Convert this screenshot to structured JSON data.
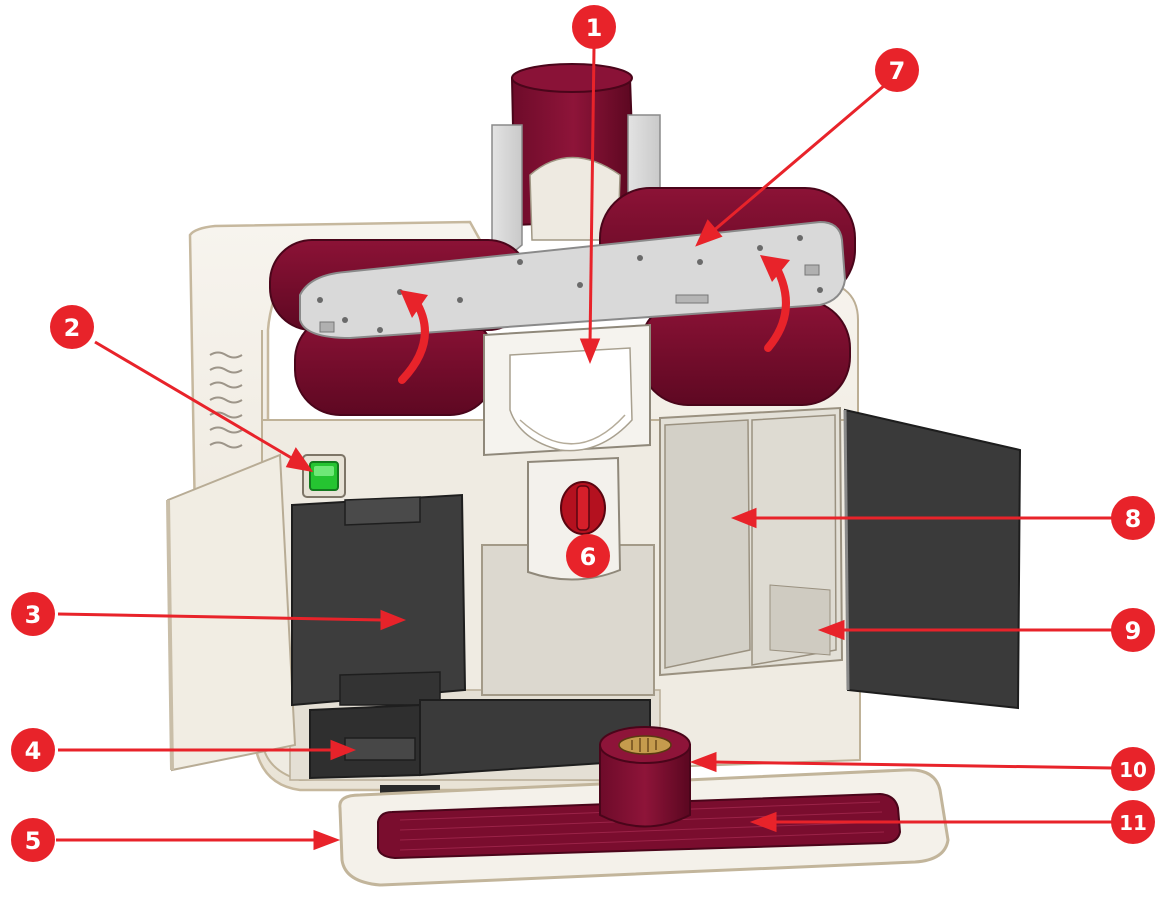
{
  "colors": {
    "accent_red": "#e8232a",
    "cover_maroon": "#7a0d2e",
    "cover_maroon_dark": "#5e0822",
    "body_cream": "#f3efe6",
    "body_edge": "#d7c9b0",
    "dark_panel": "#3a3a3a",
    "steel": "#d5d5d5",
    "switch_green": "#25c431"
  },
  "callouts": [
    {
      "label": "1"
    },
    {
      "label": "2"
    },
    {
      "label": "3"
    },
    {
      "label": "4"
    },
    {
      "label": "5"
    },
    {
      "label": "6"
    },
    {
      "label": "7"
    },
    {
      "label": "8"
    },
    {
      "label": "9"
    },
    {
      "label": "10"
    },
    {
      "label": "11"
    }
  ]
}
